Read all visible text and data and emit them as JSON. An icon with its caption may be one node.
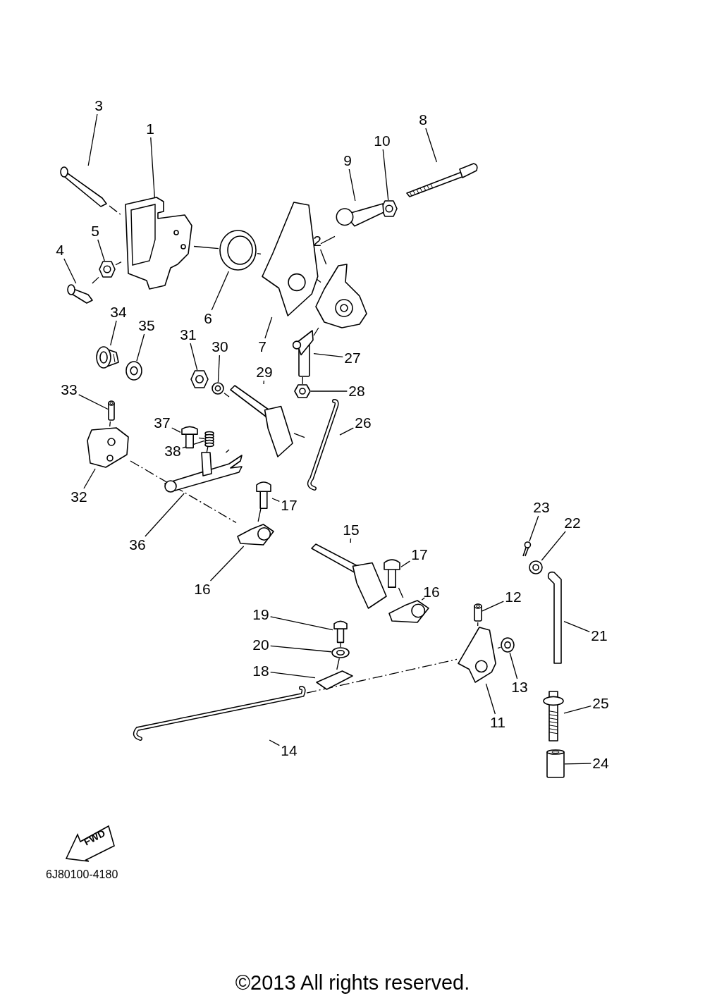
{
  "diagram": {
    "caption": "©2013 All rights reserved.",
    "nodes": [
      {
        "text": [
          "3"
        ]
      },
      {
        "text": [],
        "shape": "picture"
      },
      {
        "text": [
          "1"
        ]
      },
      {
        "text": [],
        "shape": "picture"
      },
      {
        "text": [
          "8"
        ]
      },
      {
        "text": [],
        "shape": "picture"
      },
      {
        "text": [
          "10"
        ]
      },
      {
        "text": [],
        "shape": "picture"
      },
      {
        "text": [
          "9"
        ]
      },
      {
        "text": [],
        "shape": "picture"
      },
      {
        "text": [
          "5"
        ]
      },
      {
        "text": [],
        "shape": "picture"
      },
      {
        "text": [
          "2"
        ]
      },
      {
        "text": [],
        "shape": "picture"
      },
      {
        "text": [
          "4"
        ]
      },
      {
        "text": [],
        "shape": "picture"
      },
      {
        "text": [
          "34"
        ]
      },
      {
        "text": [],
        "shape": "picture"
      },
      {
        "text": [
          "6"
        ]
      },
      {
        "text": [],
        "shape": "picture"
      },
      {
        "text": [
          "35"
        ]
      },
      {
        "text": [],
        "shape": "picture"
      },
      {
        "text": [
          "31"
        ]
      },
      {
        "text": [],
        "shape": "picture"
      },
      {
        "text": [
          "7"
        ]
      },
      {
        "text": [],
        "shape": "picture"
      },
      {
        "text": [
          "30"
        ]
      },
      {
        "text": [],
        "shape": "picture"
      },
      {
        "text": [
          "27"
        ]
      },
      {
        "text": [],
        "shape": "picture"
      },
      {
        "text": [
          "29"
        ]
      },
      {
        "text": [],
        "shape": "picture"
      },
      {
        "text": [
          "33"
        ]
      },
      {
        "text": [],
        "shape": "cylinder"
      },
      {
        "text": [
          "28"
        ]
      },
      {
        "text": [],
        "shape": "picture"
      },
      {
        "text": [
          "37"
        ]
      },
      {
        "text": [],
        "shape": "picture"
      },
      {
        "text": [
          "26"
        ]
      },
      {
        "text": [],
        "shape": "picture"
      },
      {
        "text": [
          "38"
        ]
      },
      {
        "text": [],
        "shape": "picture"
      },
      {
        "text": [
          "32"
        ]
      },
      {
        "text": [],
        "shape": "picture"
      },
      {
        "text": [
          "17"
        ]
      },
      {
        "text": [],
        "shape": "picture"
      },
      {
        "text": [
          "23"
        ]
      },
      {
        "text": [],
        "shape": "picture"
      },
      {
        "text": [
          "22"
        ]
      },
      {
        "text": [],
        "shape": "picture"
      },
      {
        "text": [
          "15"
        ]
      },
      {
        "text": [],
        "shape": "picture"
      },
      {
        "text": [
          "36"
        ]
      },
      {
        "text": [],
        "shape": "picture"
      },
      {
        "text": [
          "17"
        ]
      },
      {
        "text": [],
        "shape": "picture"
      },
      {
        "text": [
          "16"
        ]
      },
      {
        "text": [],
        "shape": "picture"
      },
      {
        "text": [
          "16"
        ]
      },
      {
        "text": [],
        "shape": "picture"
      },
      {
        "text": [
          "12"
        ]
      },
      {
        "text": [],
        "shape": "cylinder"
      },
      {
        "text": [
          "19"
        ]
      },
      {
        "text": [],
        "shape": "picture"
      },
      {
        "text": [
          "21"
        ]
      },
      {
        "text": [],
        "shape": "picture"
      },
      {
        "text": [
          "20"
        ]
      },
      {
        "text": [],
        "shape": "picture"
      },
      {
        "text": [
          "18"
        ]
      },
      {
        "text": [],
        "shape": "picture"
      },
      {
        "text": [
          "13"
        ]
      },
      {
        "text": [],
        "shape": "picture"
      },
      {
        "text": [
          "25"
        ]
      },
      {
        "text": [],
        "shape": "picture"
      },
      {
        "text": [
          "11"
        ]
      },
      {
        "text": [],
        "shape": "picture"
      },
      {
        "text": [
          "14"
        ]
      },
      {
        "text": [],
        "shape": "picture"
      },
      {
        "text": [
          "24"
        ]
      },
      {
        "text": [],
        "shape": "cylinder"
      },
      {
        "text": [
          "FWD"
        ]
      }
    ],
    "edges": [
      {
        "from": 0,
        "to": 1,
        "arrow": "none"
      },
      {
        "from": 2,
        "to": 3,
        "arrow": "none"
      },
      {
        "from": 4,
        "to": 5,
        "arrow": "none"
      },
      {
        "from": 6,
        "to": 7,
        "arrow": "none"
      },
      {
        "from": 8,
        "to": 9,
        "arrow": "none"
      },
      {
        "from": 10,
        "to": 11,
        "arrow": "none"
      },
      {
        "from": 12,
        "to": 13,
        "arrow": "none"
      },
      {
        "from": 14,
        "to": 15,
        "arrow": "none"
      },
      {
        "from": 16,
        "to": 17,
        "arrow": "none"
      },
      {
        "from": 18,
        "to": 19,
        "arrow": "none"
      },
      {
        "from": 20,
        "to": 21,
        "arrow": "none"
      },
      {
        "from": 22,
        "to": 23,
        "arrow": "none"
      },
      {
        "from": 24,
        "to": 25,
        "arrow": "none"
      },
      {
        "from": 26,
        "to": 27,
        "arrow": "none"
      },
      {
        "from": 28,
        "to": 29,
        "arrow": "none"
      },
      {
        "from": 30,
        "to": 31,
        "arrow": "none"
      },
      {
        "from": 32,
        "to": 33,
        "arrow": "none"
      },
      {
        "from": 34,
        "to": 35,
        "arrow": "none"
      },
      {
        "from": 36,
        "to": 37,
        "arrow": "none"
      },
      {
        "from": 38,
        "to": 39,
        "arrow": "none"
      },
      {
        "from": 40,
        "to": 41,
        "arrow": "none"
      },
      {
        "from": 42,
        "to": 43,
        "arrow": "none"
      },
      {
        "from": 44,
        "to": 45,
        "arrow": "none"
      },
      {
        "from": 46,
        "to": 47,
        "arrow": "none"
      },
      {
        "from": 48,
        "to": 49,
        "arrow": "none"
      },
      {
        "from": 50,
        "to": 51,
        "arrow": "none"
      },
      {
        "from": 52,
        "to": 53,
        "arrow": "none"
      },
      {
        "from": 54,
        "to": 55,
        "arrow": "none"
      },
      {
        "from": 56,
        "to": 57,
        "arrow": "none"
      },
      {
        "from": 58,
        "to": 59,
        "arrow": "none"
      },
      {
        "from": 60,
        "to": 61,
        "arrow": "none"
      },
      {
        "from": 62,
        "to": 63,
        "arrow": "none"
      },
      {
        "from": 64,
        "to": 65,
        "arrow": "none"
      },
      {
        "from": 66,
        "to": 67,
        "arrow": "none"
      },
      {
        "from": 68,
        "to": 69,
        "arrow": "none"
      },
      {
        "from": 70,
        "to": 71,
        "arrow": "none"
      },
      {
        "from": 72,
        "to": 73,
        "arrow": "none"
      },
      {
        "from": 74,
        "to": 75,
        "arrow": "none"
      },
      {
        "from": 76,
        "to": 77,
        "arrow": "none"
      },
      {
        "from": 78,
        "to": 79,
        "arrow": "none"
      },
      {
        "from": 1,
        "to": 3,
        "arrow": "none",
        "style": "dashed"
      },
      {
        "from": 11,
        "to": 3,
        "arrow": "none",
        "style": "dashed"
      },
      {
        "from": 15,
        "to": 11,
        "arrow": "none"
      },
      {
        "from": 3,
        "to": 19,
        "arrow": "none"
      },
      {
        "from": 19,
        "to": 25,
        "arrow": "none"
      },
      {
        "from": 25,
        "to": 13,
        "arrow": "none"
      },
      {
        "from": 25,
        "to": 9,
        "arrow": "none"
      },
      {
        "from": 13,
        "to": 29,
        "arrow": "none"
      },
      {
        "from": 29,
        "to": 35,
        "arrow": "none"
      },
      {
        "from": 27,
        "to": 31,
        "arrow": "none"
      },
      {
        "from": 31,
        "to": 53,
        "arrow": "none"
      },
      {
        "from": 31,
        "to": 39,
        "arrow": "none"
      },
      {
        "from": 33,
        "to": 43,
        "arrow": "none"
      },
      {
        "from": 43,
        "to": 57,
        "arrow": "none",
        "style": "dashed"
      },
      {
        "from": 37,
        "to": 41,
        "arrow": "none"
      },
      {
        "from": 41,
        "to": 53,
        "arrow": "none"
      },
      {
        "from": 45,
        "to": 57,
        "arrow": "none"
      },
      {
        "from": 55,
        "to": 59,
        "arrow": "none"
      },
      {
        "from": 63,
        "to": 67,
        "arrow": "none"
      },
      {
        "from": 67,
        "to": 69,
        "arrow": "none"
      },
      {
        "from": 77,
        "to": 75,
        "arrow": "none",
        "style": "dashed"
      },
      {
        "from": 61,
        "to": 75,
        "arrow": "none"
      },
      {
        "from": 75,
        "to": 71,
        "arrow": "none"
      }
    ],
    "labels": [
      "6J80100-4180"
    ]
  }
}
